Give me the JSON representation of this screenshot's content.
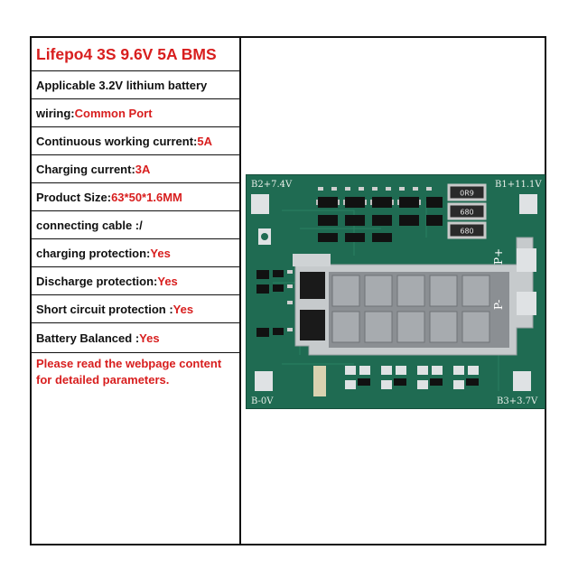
{
  "title": "Lifepo4 3S 9.6V 5A BMS",
  "specs": [
    {
      "label": "Applicable 3.2V lithium battery",
      "value": ""
    },
    {
      "label": "wiring:",
      "value": "Common Port"
    },
    {
      "label": "Continuous working current:",
      "value": "5A"
    },
    {
      "label": "Charging current:",
      "value": "3A"
    },
    {
      "label": "Product Size:",
      "value": "63*50*1.6MM"
    },
    {
      "label": "connecting cable :",
      "value": "/"
    },
    {
      "label": "charging protection: ",
      "value": "Yes"
    },
    {
      "label": "Discharge protection: ",
      "value": "Yes"
    },
    {
      "label": "Short circuit protection :",
      "value": "Yes"
    },
    {
      "label": "Battery Balanced :",
      "value": "Yes"
    }
  ],
  "note_lines": [
    "Please read the webpage content",
    "for detailed parameters."
  ],
  "board": {
    "pad_labels": {
      "top_left": "B2+7.4V",
      "top_right": "B1+11.1V",
      "bottom_left": "B-0V",
      "bottom_right": "B3+3.7V"
    },
    "port_labels": {
      "plus": "P+",
      "minus": "P-"
    },
    "resistor_labels": [
      "0R9",
      "680",
      "680"
    ]
  },
  "colors": {
    "accent_red": "#d81e1e",
    "text": "#111111",
    "pcb_green": "#1f6b52"
  }
}
